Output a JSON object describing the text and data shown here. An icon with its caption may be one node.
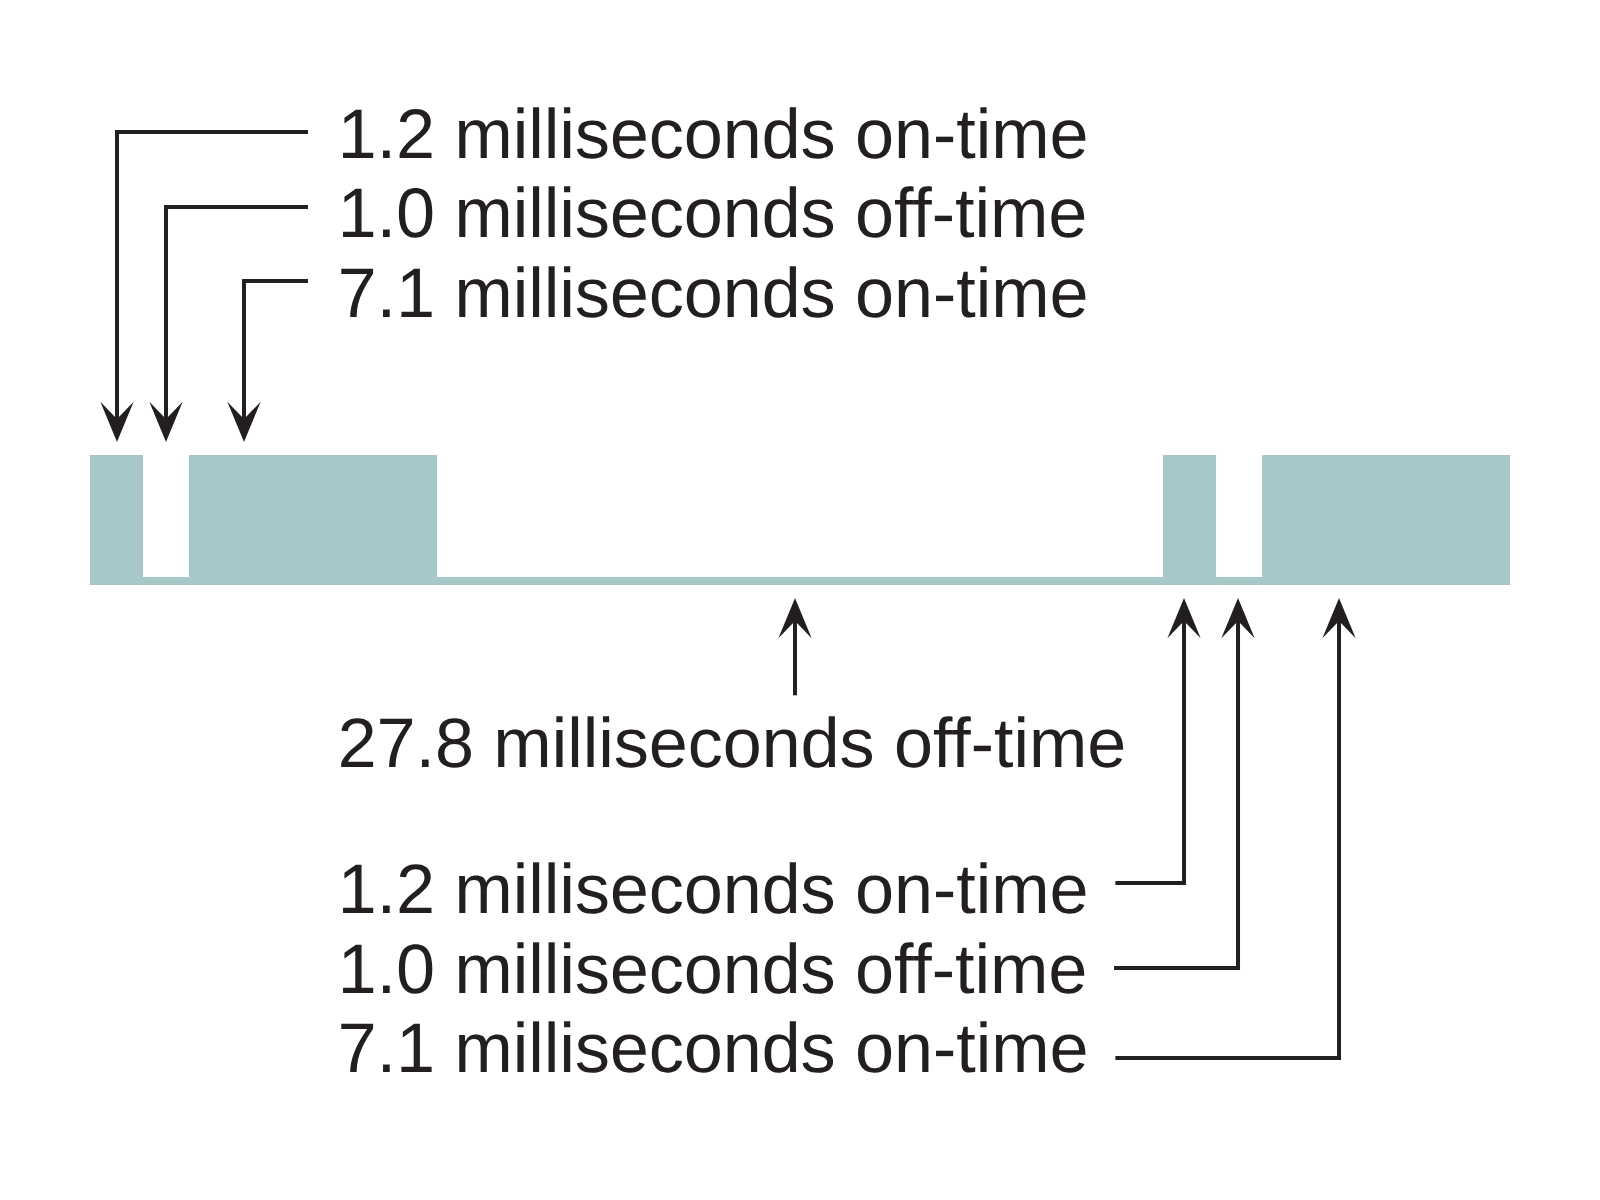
{
  "diagram": {
    "nodes": [
      {
        "text": [
          "1.2 milliseconds on-time"
        ]
      },
      {
        "text": [
          "1.0 milliseconds off-time"
        ]
      },
      {
        "text": [
          "7.1 milliseconds on-time"
        ]
      },
      {
        "text": [],
        "shape": "bar"
      },
      {
        "text": [],
        "shape": "bar"
      },
      {
        "text": [],
        "shape": "bar"
      },
      {
        "text": [],
        "shape": "bar"
      },
      {
        "text": [],
        "shape": "bar"
      },
      {
        "text": [],
        "shape": "bar"
      },
      {
        "text": [],
        "shape": "bar"
      },
      {
        "text": [
          "27.8 milliseconds off-time"
        ]
      },
      {
        "text": [
          "1.2 milliseconds on-time"
        ]
      },
      {
        "text": [
          "1.0 milliseconds off-time"
        ]
      },
      {
        "text": [
          "7.1 milliseconds on-time"
        ]
      }
    ],
    "edges": [
      {
        "from": 0,
        "to": 3,
        "arrow": "to"
      },
      {
        "from": 1,
        "to": null,
        "arrow": "to"
      },
      {
        "from": 2,
        "to": 5,
        "arrow": "to"
      },
      {
        "from": 10,
        "to": 6,
        "arrow": "to"
      },
      {
        "from": 11,
        "to": 7,
        "arrow": "to"
      },
      {
        "from": 12,
        "to": 8,
        "arrow": "to"
      },
      {
        "from": 13,
        "to": 9,
        "arrow": "to"
      }
    ]
  }
}
